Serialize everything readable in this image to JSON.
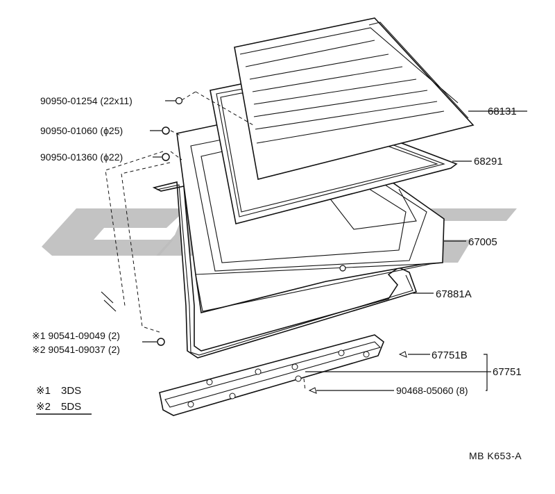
{
  "diagram": {
    "callouts_left": [
      {
        "id": "c1",
        "text": "90950-01254 (22x11)"
      },
      {
        "id": "c2",
        "text": "90950-01060 (ϕ25)"
      },
      {
        "id": "c3",
        "text": "90950-01360 (ϕ22)"
      },
      {
        "id": "c4",
        "text": "※1 90541-09049 (2)"
      },
      {
        "id": "c5",
        "text": "※2 90541-09037 (2)"
      }
    ],
    "callouts_right": [
      {
        "id": "r1",
        "text": "68131"
      },
      {
        "id": "r2",
        "text": "68291"
      },
      {
        "id": "r3",
        "text": "67005"
      },
      {
        "id": "r4",
        "text": "67881A"
      },
      {
        "id": "r5",
        "text": "67751B"
      },
      {
        "id": "r6",
        "text": "67751"
      },
      {
        "id": "r7",
        "text": "90468-05060 (8)"
      }
    ],
    "notes": [
      {
        "mark": "※1",
        "text": "3DS"
      },
      {
        "mark": "※2",
        "text": "5DS"
      }
    ],
    "footer_code": "MB  K653-A"
  }
}
